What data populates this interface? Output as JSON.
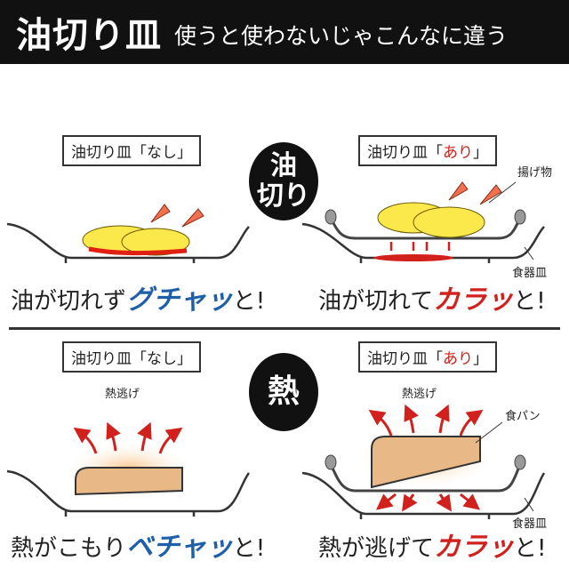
{
  "header": {
    "title": "油切り皿",
    "subtitle": "使うと使わないじゃこんなに違う"
  },
  "colors": {
    "blue": "#1d5fa8",
    "red": "#d2201c",
    "black": "#111111"
  },
  "oil_section": {
    "badge": [
      "油",
      "切り"
    ],
    "left": {
      "label_prefix": "油切り皿「",
      "label_value": "なし",
      "label_suffix": "」",
      "caption_prefix": "油が切れず",
      "caption_emph": "グチャッ",
      "caption_suffix": "と!"
    },
    "right": {
      "label_prefix": "油切り皿「",
      "label_value": "あり",
      "label_suffix": "」",
      "caption_prefix": "油が切れて",
      "caption_emph": "カラッ",
      "caption_suffix": "と!",
      "callout_food": "揚げ物",
      "callout_plate": "食器皿"
    }
  },
  "heat_section": {
    "badge": [
      "熱"
    ],
    "left": {
      "label_prefix": "油切り皿「",
      "label_value": "なし",
      "label_suffix": "」",
      "heat_label": "熱逃げ",
      "caption_prefix": "熱がこもり",
      "caption_emph": "ベチャッ",
      "caption_suffix": "と!"
    },
    "right": {
      "label_prefix": "油切り皿「",
      "label_value": "あり",
      "label_suffix": "」",
      "heat_label": "熱逃げ",
      "caption_prefix": "熱が逃げて",
      "caption_emph": "カラッ",
      "caption_suffix": "と!",
      "callout_food": "食パン",
      "callout_plate": "食器皿"
    }
  }
}
